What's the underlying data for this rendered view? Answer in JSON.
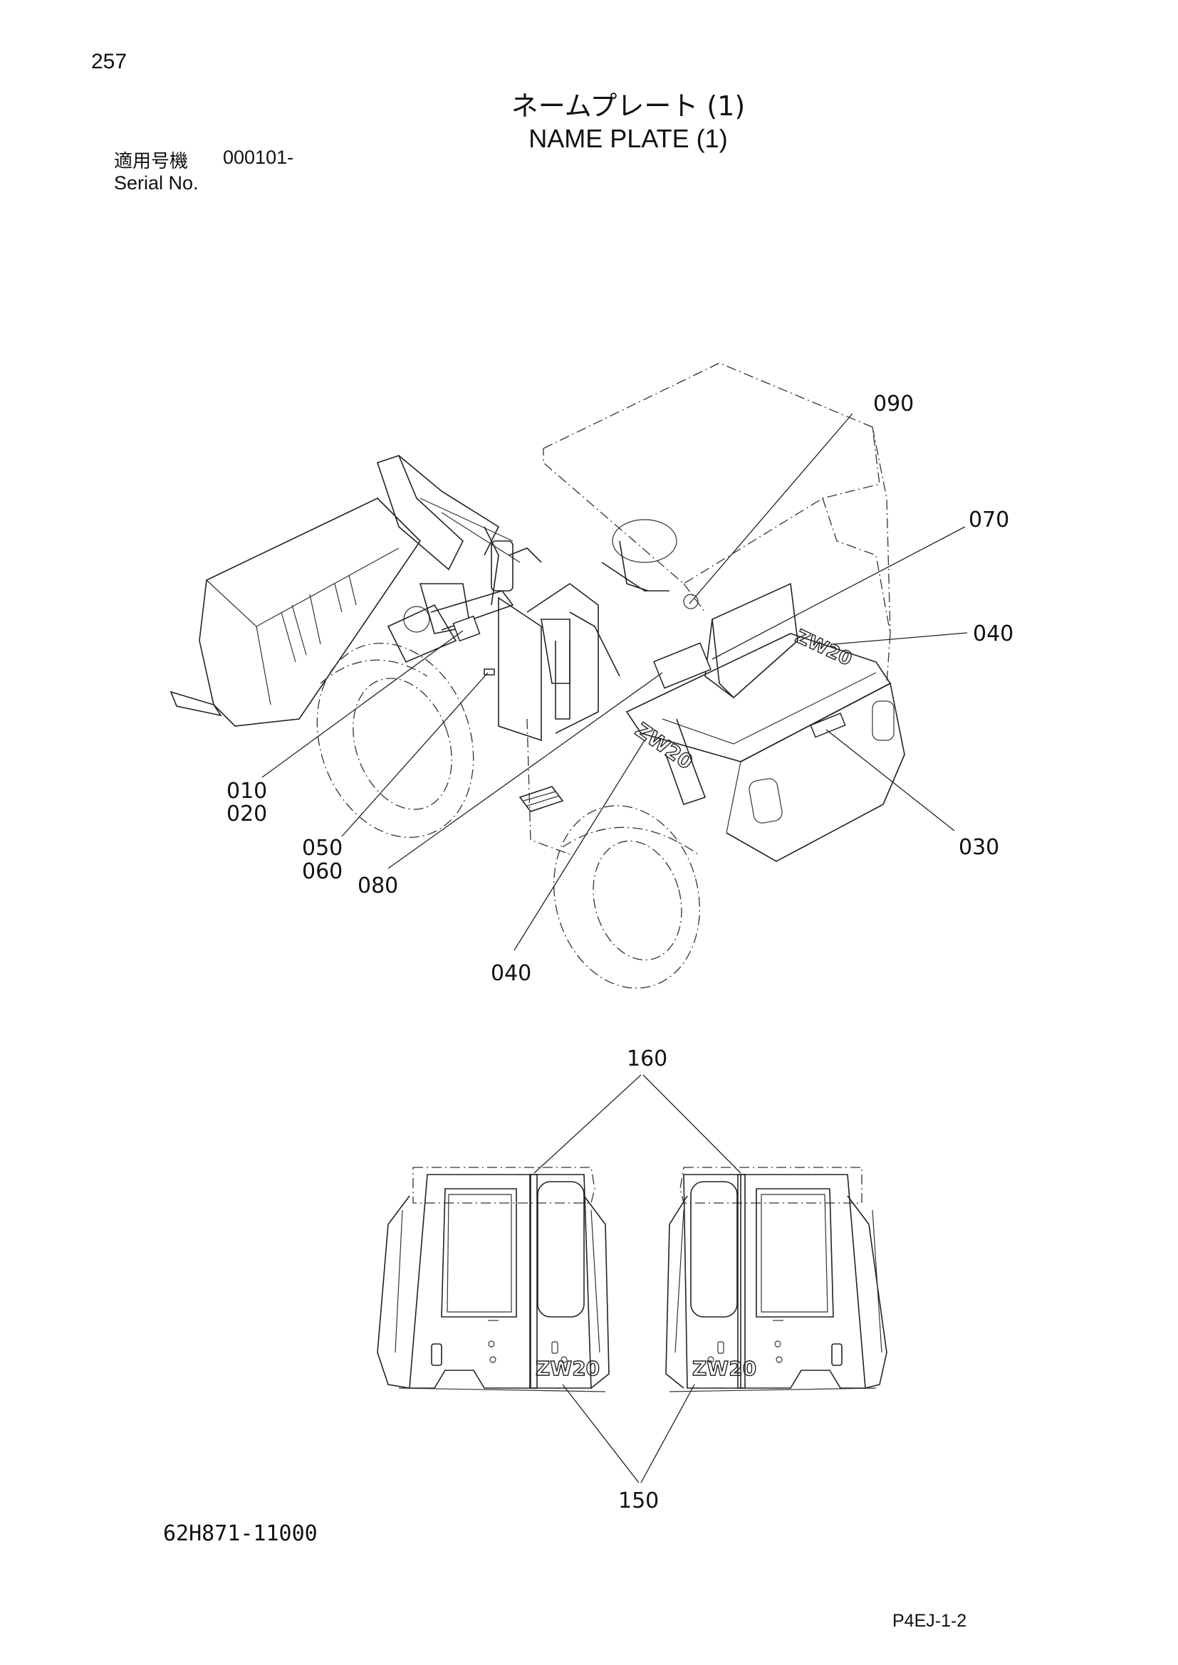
{
  "header": {
    "page_number": "257",
    "title_ja": "ネームプレート (1)",
    "title_en": "NAME PLATE (1)",
    "serial_label_ja": "適用号機",
    "serial_value": "000101-",
    "serial_label_en": "Serial No."
  },
  "callouts": {
    "c090": "090",
    "c070": "070",
    "c040_right": "040",
    "c010": "010",
    "c020": "020",
    "c050": "050",
    "c060": "060",
    "c080": "080",
    "c030": "030",
    "c040_bottom": "040",
    "c160": "160",
    "c150": "150"
  },
  "model_badge": "ZW20",
  "footer": {
    "drawing_code": "62H871-11000",
    "page_ref": "P4EJ-1-2"
  }
}
